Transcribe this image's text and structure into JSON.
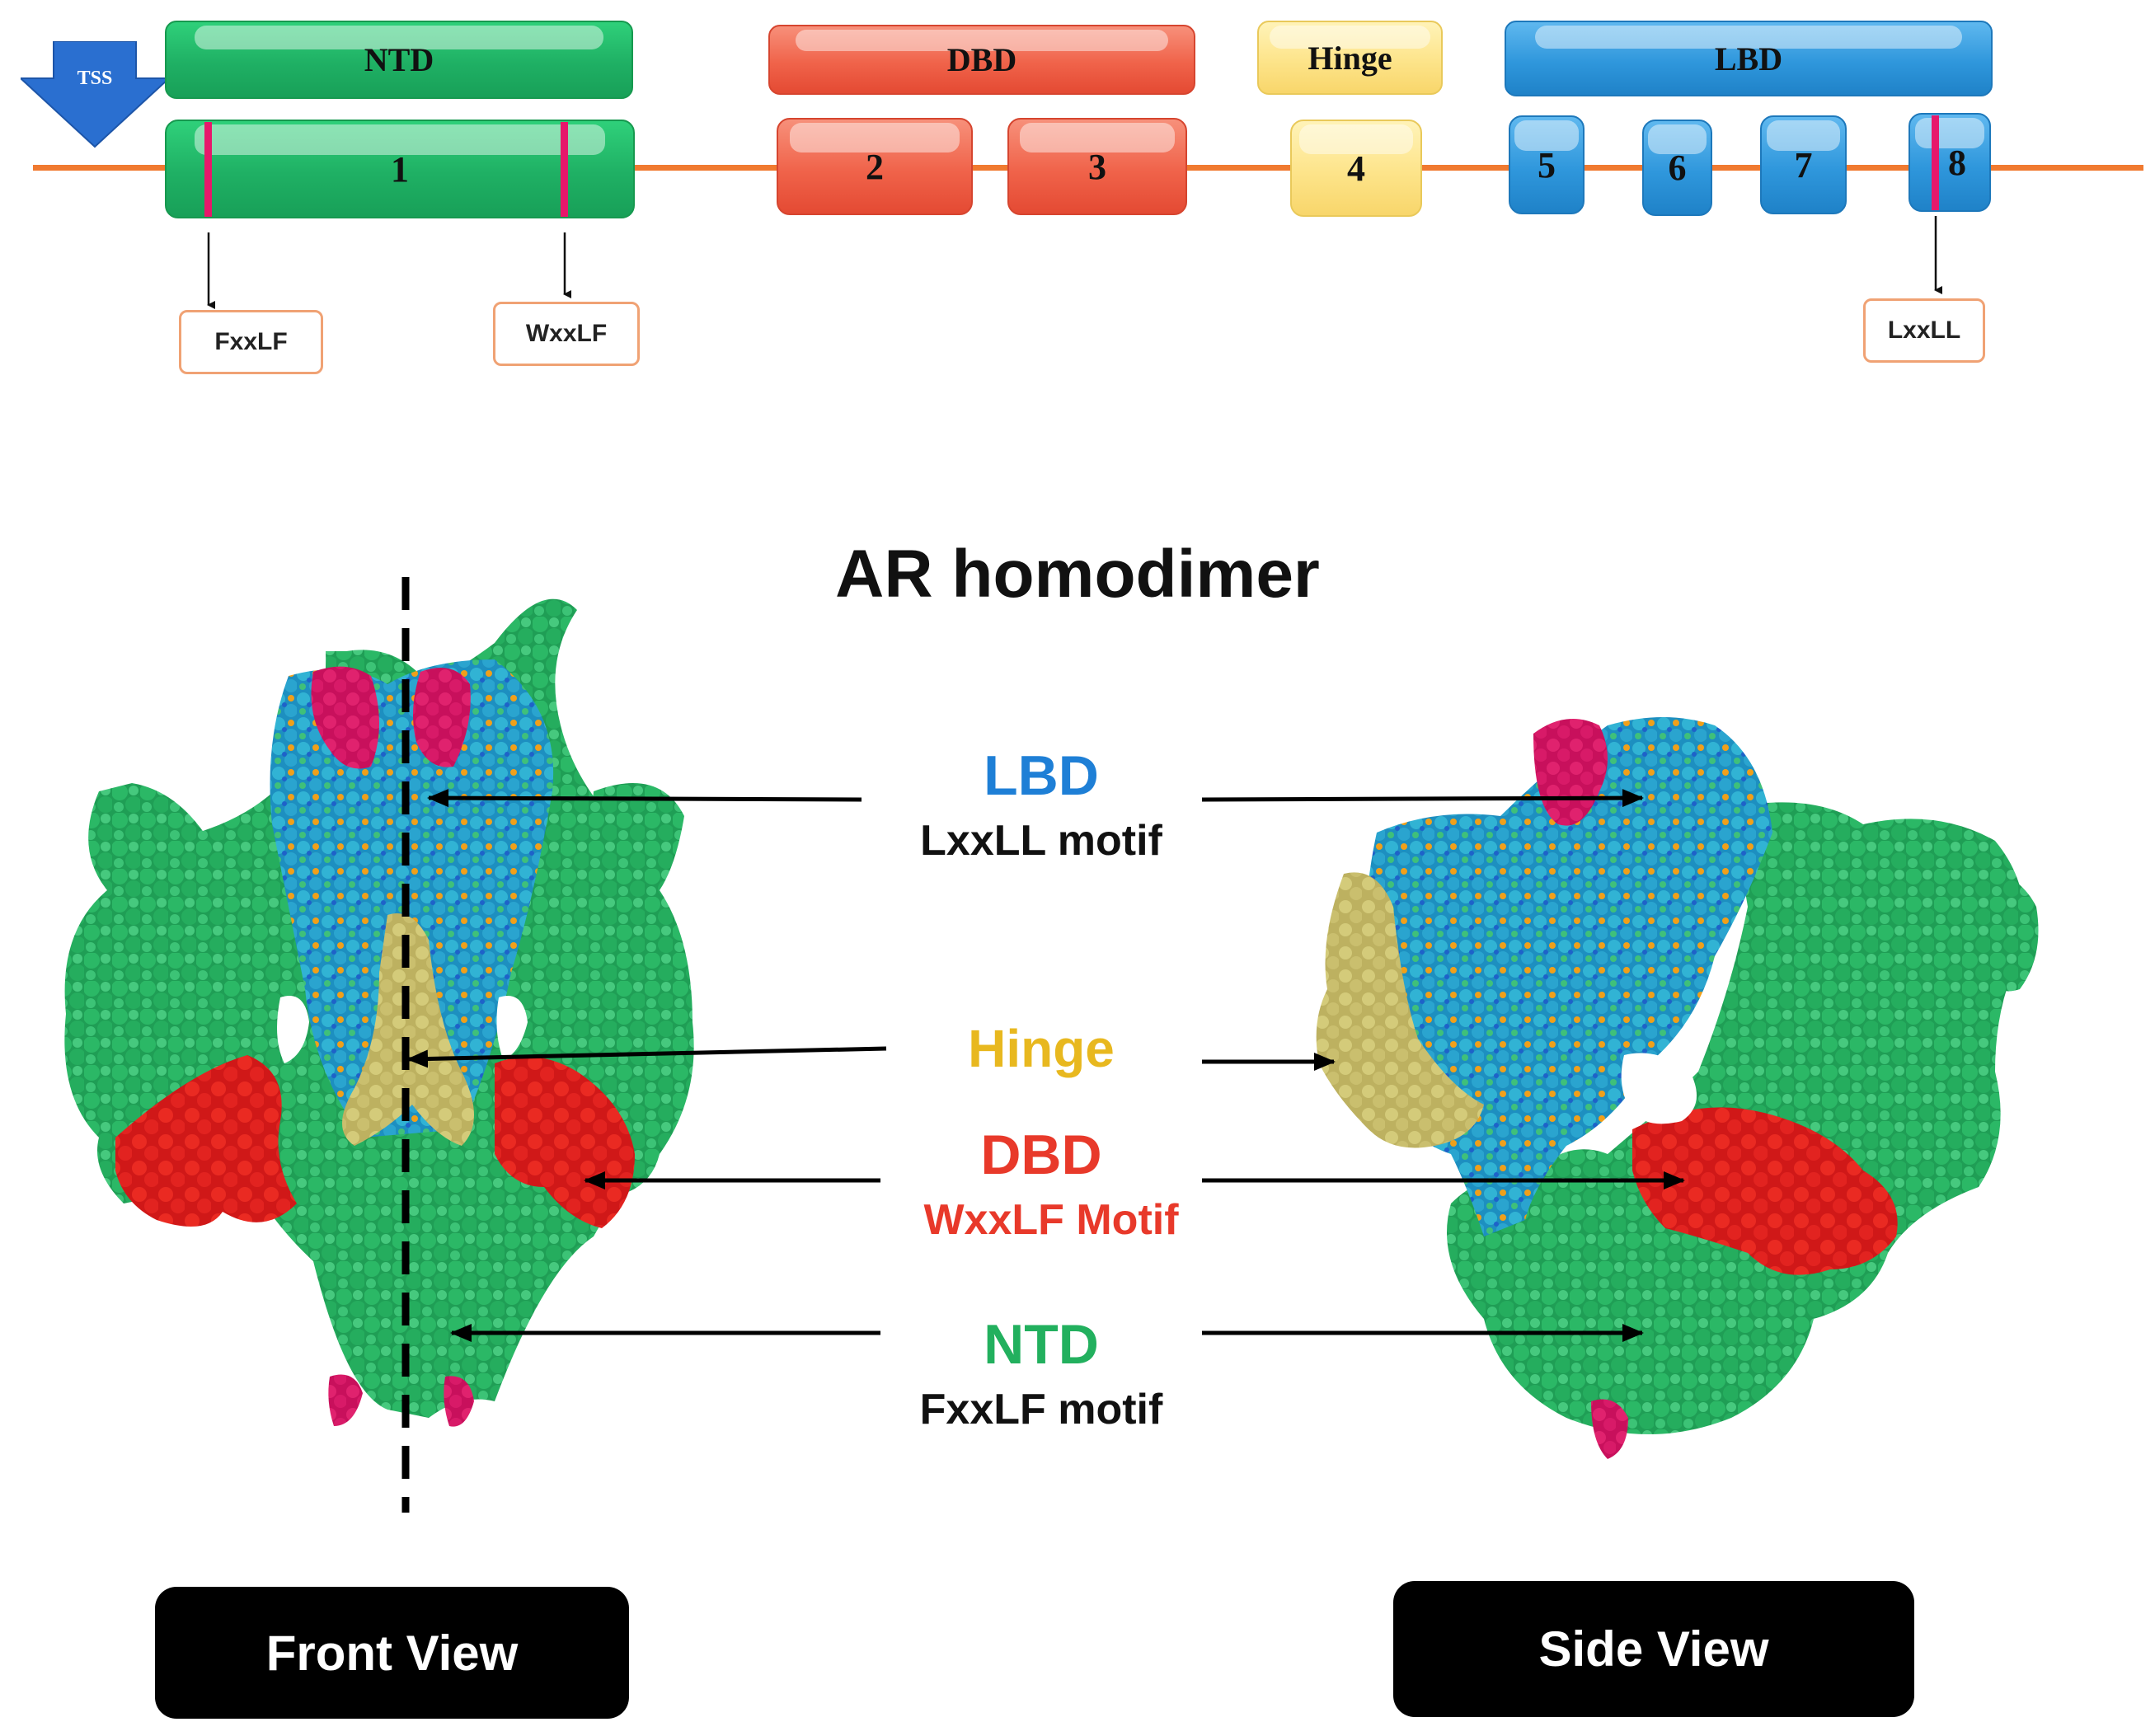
{
  "gene_structure": {
    "tss_label": "TSS",
    "domains": [
      {
        "id": "ntd",
        "label": "NTD"
      },
      {
        "id": "dbd",
        "label": "DBD"
      },
      {
        "id": "hinge",
        "label": "Hinge"
      },
      {
        "id": "lbd",
        "label": "LBD"
      }
    ],
    "exons": [
      "1",
      "2",
      "3",
      "4",
      "5",
      "6",
      "7",
      "8"
    ],
    "motifs": [
      "FxxLF",
      "WxxLF",
      "LxxLL"
    ]
  },
  "title": "AR homodimer",
  "center_labels": {
    "lbd": "LBD",
    "lbd_motif": "LxxLL motif",
    "hinge": "Hinge",
    "dbd": "DBD",
    "dbd_motif": "WxxLF Motif",
    "ntd": "NTD",
    "ntd_motif": "FxxLF motif"
  },
  "views": {
    "front": "Front View",
    "side": "Side View"
  },
  "colors": {
    "ntd": "#1fb064",
    "dbd": "#e8392a",
    "hinge": "#e8b81f",
    "lbd": "#1e7fd6",
    "motif_marker": "#e6186b",
    "axis_line": "#f07a30",
    "tss": "#2a6fd0",
    "blob_green": "#22a85a",
    "blob_blue": "#2e9fcc",
    "blob_red": "#e02020",
    "blob_hinge": "#c8bf6a",
    "blob_magenta": "#d81a6a"
  }
}
